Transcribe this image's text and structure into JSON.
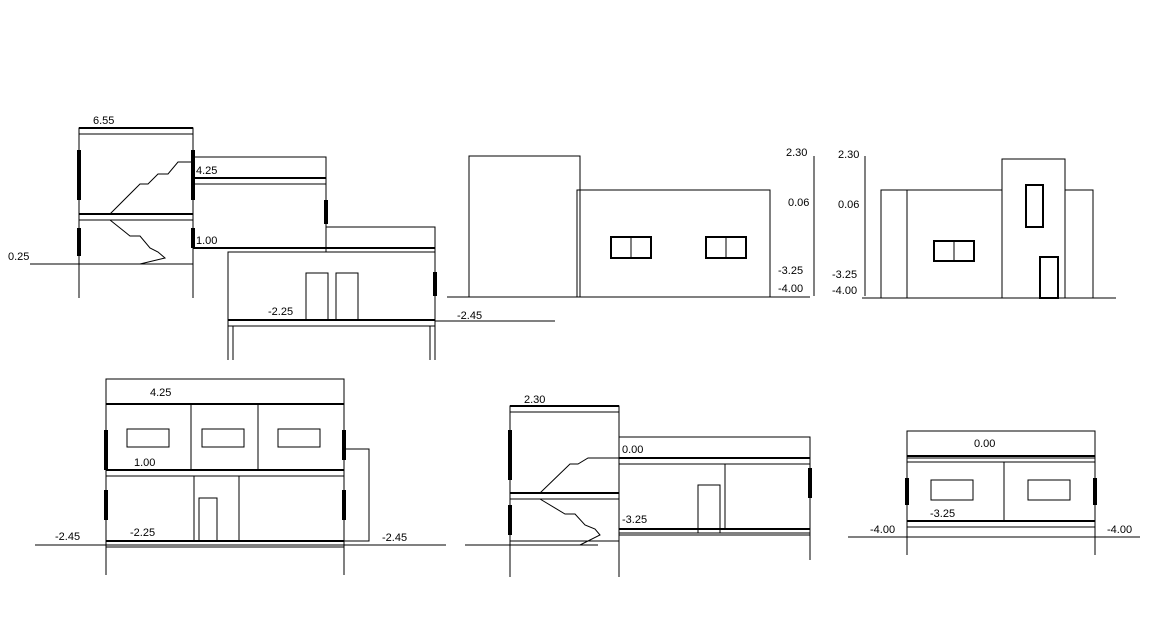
{
  "drawing": {
    "views": [
      {
        "id": "section-a",
        "labels": [
          "6.55",
          "4.25",
          "0.25",
          "1.00",
          "-2.25",
          "-2.45"
        ]
      },
      {
        "id": "elevation-front",
        "labels": []
      },
      {
        "id": "elevation-side",
        "labels": [
          "2.30",
          "0.06",
          "-3.25",
          "-4.00"
        ]
      },
      {
        "id": "section-b",
        "labels": [
          "4.25",
          "1.00",
          "-2.45",
          "-2.25",
          "-2.45"
        ]
      },
      {
        "id": "section-c",
        "labels": [
          "2.30",
          "0.00",
          "-3.25"
        ]
      },
      {
        "id": "section-d",
        "labels": [
          "0.00",
          "-4.00",
          "-3.25",
          "-4.00"
        ]
      }
    ],
    "colors": {
      "line": "#000000",
      "background": "#ffffff"
    }
  }
}
